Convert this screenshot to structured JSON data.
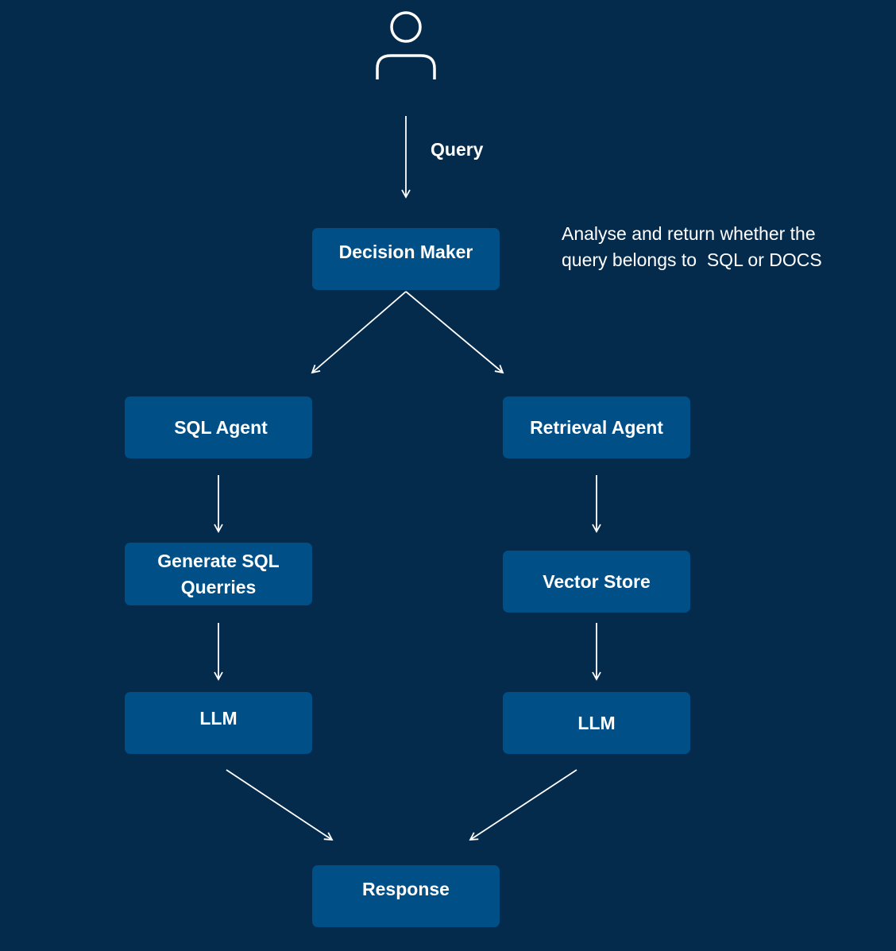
{
  "diagram": {
    "query_label": "Query",
    "decision_note": "Analyse and return whether the query belongs to  SQL or DOCS",
    "nodes": {
      "decision_maker": "Decision Maker",
      "sql_agent": "SQL Agent",
      "retrieval_agent": "Retrieval Agent",
      "generate_sql": "Generate SQL Querries",
      "vector_store": "Vector Store",
      "llm_left": "LLM",
      "llm_right": "LLM",
      "response": "Response"
    }
  },
  "colors": {
    "background": "#052b4c",
    "node_fill": "#004f87",
    "line": "#ffffff",
    "text": "#ffffff"
  },
  "icons": {
    "user": "user-icon"
  }
}
